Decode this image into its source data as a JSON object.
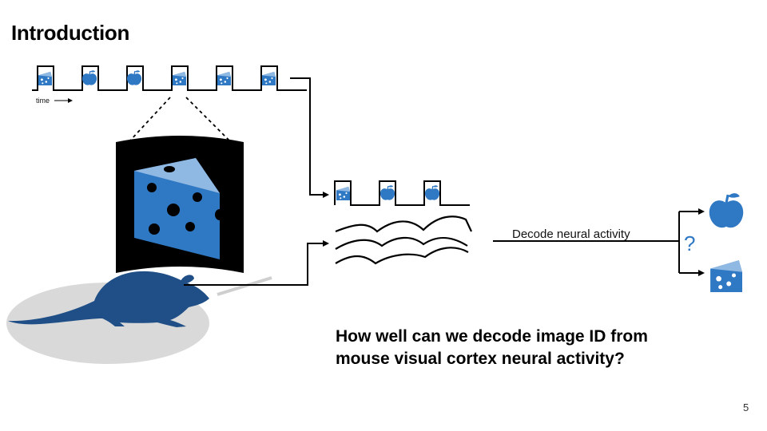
{
  "slide": {
    "title": "Introduction",
    "time_label": "time",
    "decode_label": "Decode neural activity",
    "question_mark": "?",
    "question_line1": "How well can we decode image ID from",
    "question_line2": "mouse visual cortex neural activity?",
    "page_number": "5"
  },
  "colors": {
    "stimulus_blue": "#2f78c4",
    "mouse_blue": "#1f4f86",
    "shadow_gray": "#d9d9d9",
    "screen_black": "#000000"
  },
  "stimulus_sequence": [
    "cheese",
    "apple",
    "apple",
    "cheese",
    "cheese",
    "cheese"
  ],
  "selected_sequence": [
    "cheese",
    "apple",
    "apple"
  ],
  "decoder_outputs": [
    "apple",
    "cheese"
  ]
}
